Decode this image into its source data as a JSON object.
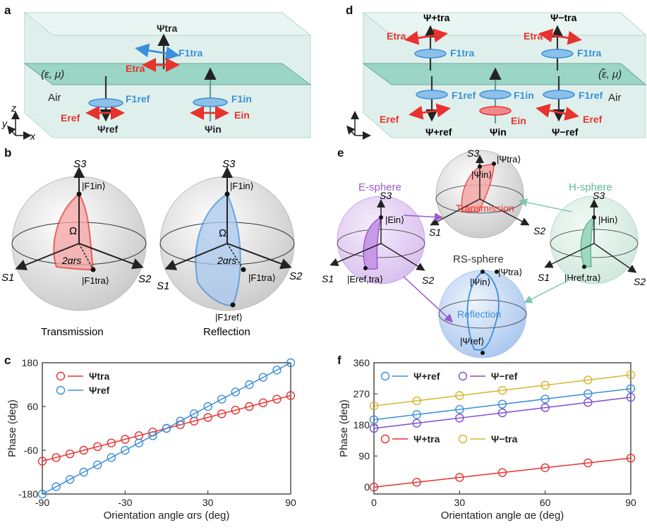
{
  "panels": {
    "a": {
      "label": "a",
      "medium": "(ε, μ)",
      "air": "Air",
      "psi_tra": "Ψtra",
      "psi_ref": "Ψref",
      "psi_in": "Ψin",
      "e_tra": "Etra",
      "e_ref": "Eref",
      "e_in": "Ein",
      "f_tra": "F1tra",
      "f_ref": "F1ref",
      "f_in": "F1in",
      "axes": [
        "z",
        "y",
        "x"
      ]
    },
    "b": {
      "label": "b",
      "spheres": [
        {
          "caption": "Transmission",
          "s1": "S1",
          "s2": "S2",
          "s3": "S3",
          "top": "|F1in⟩",
          "equator": "|F1tra⟩",
          "omega": "Ω",
          "angle": "2αrs"
        },
        {
          "caption": "Reflection",
          "s1": "S1",
          "s2": "S2",
          "s3": "S3",
          "top": "|F1in⟩",
          "equator": "|F1tra⟩",
          "bottom": "|F1ref⟩",
          "omega": "Ω",
          "angle": "2αrs"
        }
      ]
    },
    "d": {
      "label": "d",
      "medium": "(ε̃, μ)",
      "air": "Air",
      "psi_tra_plus": "Ψ+tra",
      "psi_tra_minus": "Ψ−tra",
      "psi_ref_plus": "Ψ+ref",
      "psi_ref_minus": "Ψ−ref",
      "psi_in": "Ψin",
      "e_tra": "Etra",
      "e_ref": "Eref",
      "e_in": "Ein",
      "f_tra": "F1tra",
      "f_ref": "F1ref",
      "f_in": "F1in"
    },
    "e": {
      "label": "e",
      "esphere": {
        "title": "E-sphere",
        "s1": "S1",
        "s2": "S2",
        "s3": "S3",
        "top": "|Ein⟩",
        "bottom": "|Eref,tra⟩"
      },
      "center": {
        "s1": "S1",
        "s2": "S2",
        "s3": "S3",
        "top1": "|Ψtra⟩",
        "top2": "|Ψin⟩",
        "label": "Transmission"
      },
      "hsphere": {
        "title": "H-sphere",
        "s1": "S1",
        "s2": "S2",
        "s3": "S3",
        "top": "|Hin⟩",
        "bottom": "|Href,tra⟩"
      },
      "rssphere": {
        "title": "RS-sphere",
        "top1": "|Ψin⟩",
        "top2": "|Ψtra⟩",
        "label": "Reflection",
        "bottom": "|Ψref⟩"
      }
    }
  },
  "chart_data": [
    {
      "panel": "c",
      "type": "line",
      "xlabel": "Orientation angle αrs (deg)",
      "ylabel": "Phase (deg)",
      "xlim": [
        -90,
        90
      ],
      "ylim": [
        -180,
        180
      ],
      "xticks": [
        -90,
        -30,
        30,
        90
      ],
      "yticks": [
        -180,
        -60,
        60,
        180
      ],
      "x": [
        -90,
        -80,
        -70,
        -60,
        -50,
        -40,
        -30,
        -20,
        -10,
        0,
        10,
        20,
        30,
        40,
        50,
        60,
        70,
        80,
        90
      ],
      "series": [
        {
          "name": "Ψtra",
          "color": "#e8322f",
          "values": [
            -90,
            -80,
            -70,
            -60,
            -50,
            -40,
            -30,
            -20,
            -10,
            0,
            10,
            20,
            30,
            40,
            50,
            60,
            70,
            80,
            90
          ]
        },
        {
          "name": "Ψref",
          "color": "#3b8fd9",
          "values": [
            -180,
            -160,
            -140,
            -120,
            -100,
            -80,
            -60,
            -40,
            -20,
            0,
            20,
            40,
            60,
            80,
            100,
            120,
            140,
            160,
            180
          ]
        }
      ]
    },
    {
      "panel": "f",
      "type": "line",
      "xlabel": "Orientation angle αe (deg)",
      "ylabel": "Phase (deg)",
      "xlim": [
        0,
        90
      ],
      "ylim": [
        -20,
        360
      ],
      "xticks": [
        0,
        30,
        60,
        90
      ],
      "yticks": [
        0,
        90,
        180,
        270,
        360
      ],
      "x": [
        0,
        15,
        30,
        45,
        60,
        75,
        90
      ],
      "series": [
        {
          "name": "Ψ+ref",
          "color": "#3b8fd9",
          "values": [
            195,
            210,
            225,
            240,
            255,
            270,
            285
          ]
        },
        {
          "name": "Ψ−ref",
          "color": "#7b4fd6",
          "values": [
            170,
            185,
            200,
            215,
            230,
            245,
            260
          ]
        },
        {
          "name": "Ψ+tra",
          "color": "#e8322f",
          "values": [
            0,
            14,
            28,
            42,
            56,
            70,
            84
          ]
        },
        {
          "name": "Ψ−tra",
          "color": "#d9b42b",
          "values": [
            235,
            250,
            265,
            280,
            295,
            310,
            325
          ]
        }
      ]
    }
  ],
  "colors": {
    "red": "#e8322f",
    "blue": "#3b8fd9",
    "purple": "#9b59d0",
    "green": "#5fb89a",
    "slab": "#cfe8e2",
    "plane": "#8fd1bf"
  }
}
